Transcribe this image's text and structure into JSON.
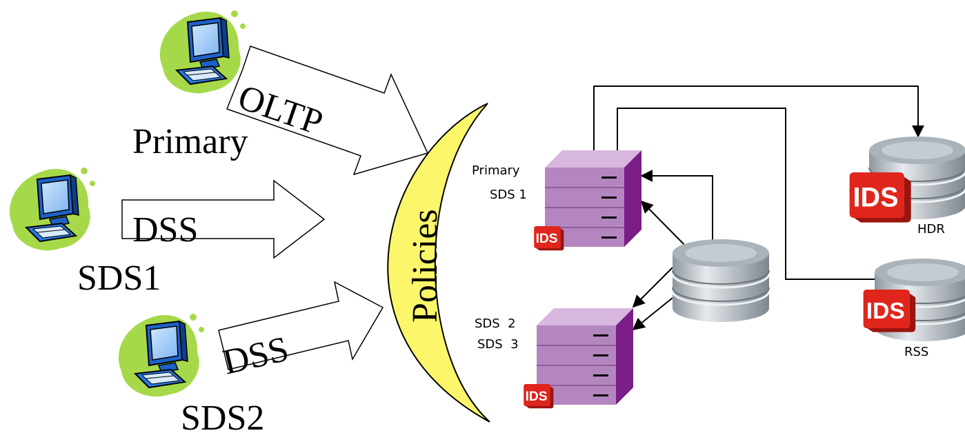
{
  "clients": {
    "primary": "Primary",
    "sds1": "SDS1",
    "sds2": "SDS2"
  },
  "flows": {
    "oltp": "OLTP",
    "dss_1": "DSS",
    "dss_2": "DSS"
  },
  "policies_label": "Policies",
  "server_labels": {
    "primary": "Primary",
    "sds1": "SDS 1",
    "sds2": "SDS  2",
    "sds3": "SDS  3"
  },
  "replicas": {
    "hdr": "HDR",
    "rss": "RSS"
  },
  "badge_text": "IDS",
  "colors": {
    "blob": "#a6d94a",
    "monitor": "#2a78e0",
    "policies": "#fbf66a",
    "server": "#b486c0",
    "server_dark": "#7b1d87",
    "badge": "#e0251c",
    "disk": "#b7c0c7"
  }
}
